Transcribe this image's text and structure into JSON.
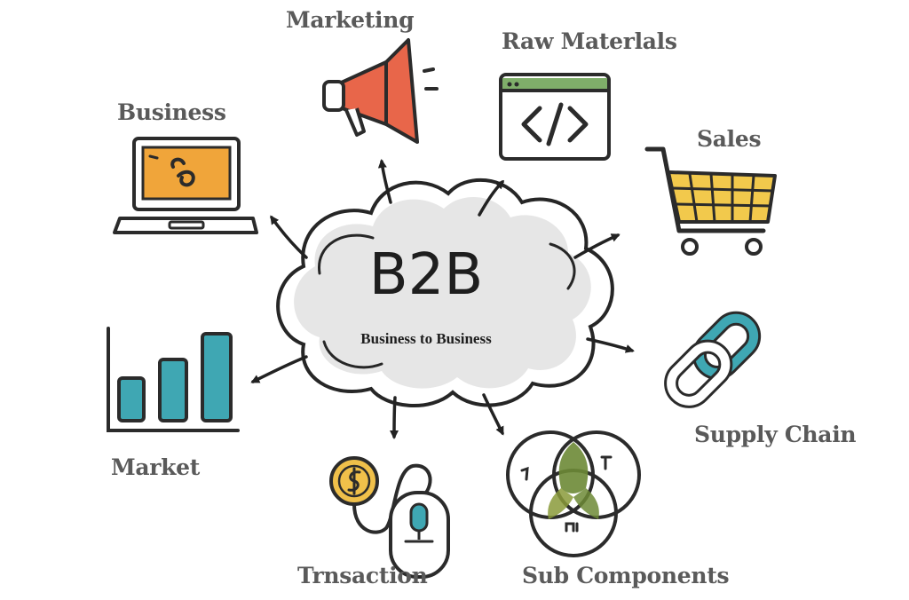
{
  "center": {
    "title": "B2B",
    "subtitle": "Business to Business"
  },
  "nodes": [
    {
      "id": "marketing",
      "label": "Marketing",
      "icon": "megaphone-icon"
    },
    {
      "id": "raw-materials",
      "label": "Raw Materlals",
      "icon": "code-window-icon"
    },
    {
      "id": "sales",
      "label": "Sales",
      "icon": "shopping-cart-icon"
    },
    {
      "id": "supply-chain",
      "label": "Supply Chain",
      "icon": "chain-link-icon"
    },
    {
      "id": "sub-components",
      "label": "Sub Components",
      "icon": "venn-diagram-icon"
    },
    {
      "id": "transaction",
      "label": "Trnsaction",
      "icon": "coin-mouse-icon"
    },
    {
      "id": "market",
      "label": "Market",
      "icon": "bar-chart-icon"
    },
    {
      "id": "business",
      "label": "Business",
      "icon": "laptop-icon"
    }
  ],
  "colors": {
    "ink": "#2b2b2b",
    "label": "#5a5a5a",
    "cloud_fill": "#e6e6e6",
    "megaphone": "#e8664a",
    "laptop_screen": "#f0a53a",
    "cart": "#f2c94c",
    "teal": "#3fa7b3",
    "window_bar": "#7fae6a",
    "venn_green": "#6d8a36",
    "coin": "#f0c04a"
  }
}
